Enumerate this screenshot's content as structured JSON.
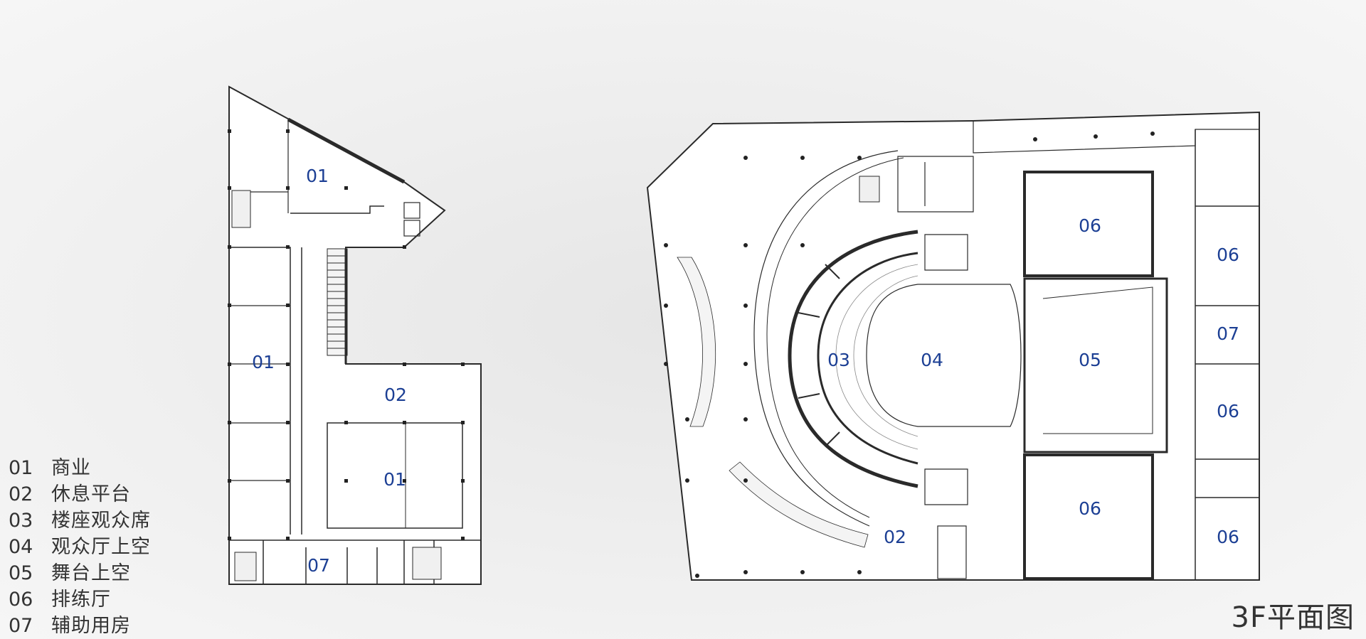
{
  "title": "3F平面图",
  "legend": [
    {
      "code": "01",
      "text": "商业"
    },
    {
      "code": "02",
      "text": "休息平台"
    },
    {
      "code": "03",
      "text": "楼座观众席"
    },
    {
      "code": "04",
      "text": "观众厅上空"
    },
    {
      "code": "05",
      "text": "舞台上空"
    },
    {
      "code": "06",
      "text": "排练厅"
    },
    {
      "code": "07",
      "text": "辅助用房"
    }
  ],
  "left_building_labels": [
    "01",
    "01",
    "02",
    "01",
    "07"
  ],
  "right_building_labels": [
    "03",
    "04",
    "05",
    "06",
    "06",
    "07",
    "06",
    "06",
    "06",
    "02"
  ],
  "colors": {
    "label": "#1c3f94",
    "wall": "#222222",
    "floor": "#ffffff"
  }
}
